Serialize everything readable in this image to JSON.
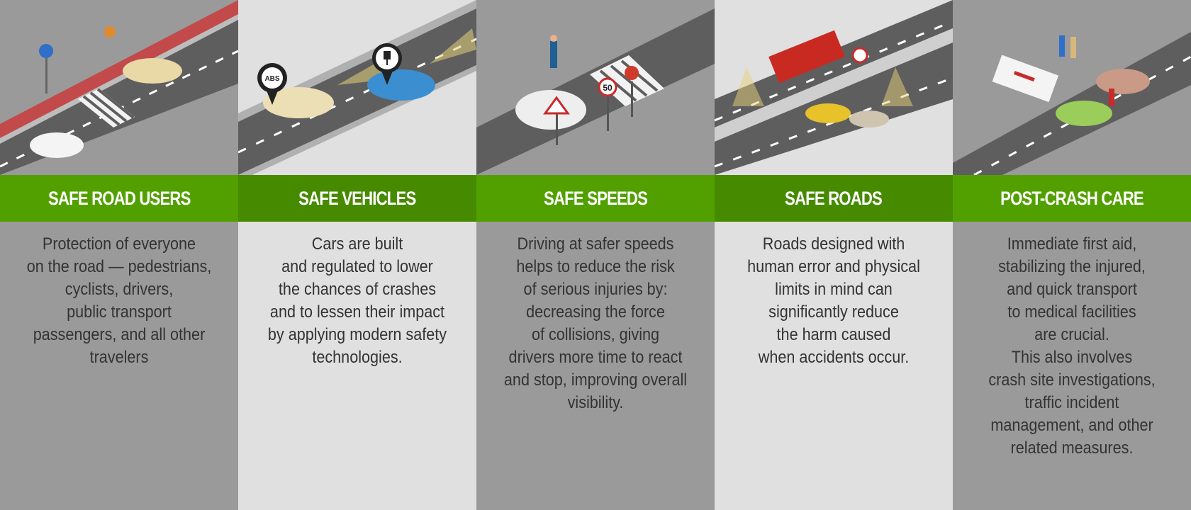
{
  "colors": {
    "green_primary": "#52a000",
    "green_alt": "#468a00",
    "panel_dark": "#9a9a9a",
    "panel_light": "#e0e0e0",
    "road": "#5e5e5e",
    "text": "#333333"
  },
  "pillars": [
    {
      "title": "SAFE ROAD USERS",
      "illustration": "pedestrian-crossing-cyclist-illustration",
      "text": "Protection of everyone\non the road — pedestrians,\ncyclists, drivers,\npublic transport\npassengers, and all other\ntravelers"
    },
    {
      "title": "SAFE VEHICLES",
      "illustration": "cars-with-abs-and-ev-markers-illustration",
      "badges": [
        "ABS",
        "plug"
      ],
      "text": "Cars are built\nand regulated to lower\nthe chances of crashes\nand to lessen their impact\nby applying modern safety\ntechnologies."
    },
    {
      "title": "SAFE SPEEDS",
      "illustration": "speed-limit-crossing-illustration",
      "speed_sign": "50",
      "text": "Driving at safer speeds\nhelps to reduce the risk\nof serious injuries by:\ndecreasing the force\nof collisions, giving\ndrivers more time to react\nand stop, improving overall\nvisibility."
    },
    {
      "title": "SAFE ROADS",
      "illustration": "lit-highway-with-barriers-illustration",
      "text": "Roads designed with\nhuman error and physical\nlimits in mind can\nsignificantly reduce\nthe harm caused\nwhen accidents occur."
    },
    {
      "title": "POST-CRASH CARE",
      "illustration": "ambulance-crash-site-illustration",
      "text": "Immediate first aid,\nstabilizing the injured,\nand quick transport\nto medical facilities\nare crucial.\nThis also involves\ncrash site investigations,\ntraffic incident\nmanagement, and other\nrelated measures."
    }
  ]
}
